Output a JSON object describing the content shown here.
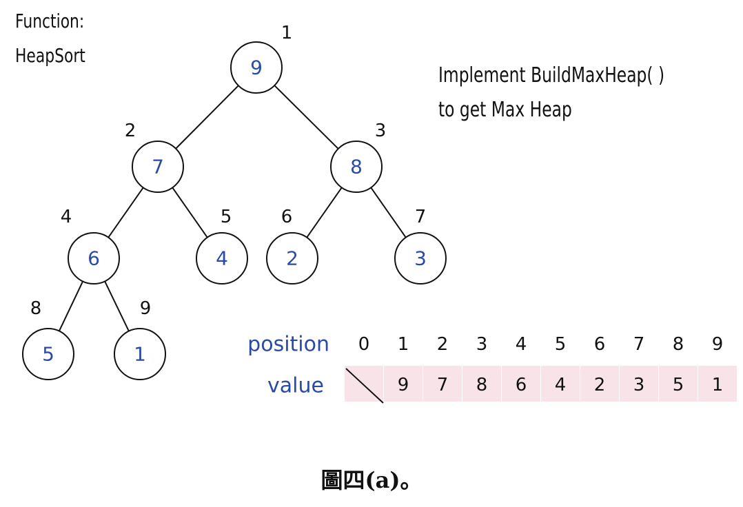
{
  "title": [
    "Function:",
    "HeapSort"
  ],
  "note": [
    "Implement BuildMaxHeap( )",
    "to get Max Heap"
  ],
  "tree": {
    "nodes": [
      {
        "index": "1",
        "value": "9"
      },
      {
        "index": "2",
        "value": "7"
      },
      {
        "index": "3",
        "value": "8"
      },
      {
        "index": "4",
        "value": "6"
      },
      {
        "index": "5",
        "value": "4"
      },
      {
        "index": "6",
        "value": "2"
      },
      {
        "index": "7",
        "value": "3"
      },
      {
        "index": "8",
        "value": "5"
      },
      {
        "index": "9",
        "value": "1"
      }
    ]
  },
  "table": {
    "row_labels": [
      "position",
      "value"
    ],
    "positions": [
      "0",
      "1",
      "2",
      "3",
      "4",
      "5",
      "6",
      "7",
      "8",
      "9"
    ],
    "values": [
      "",
      "9",
      "7",
      "8",
      "6",
      "4",
      "2",
      "3",
      "5",
      "1"
    ]
  },
  "caption": "圖四(a)。",
  "colors": {
    "value_text": "#2a4aa8",
    "cell_fill": "#f8e4e8",
    "line": "#111111"
  }
}
